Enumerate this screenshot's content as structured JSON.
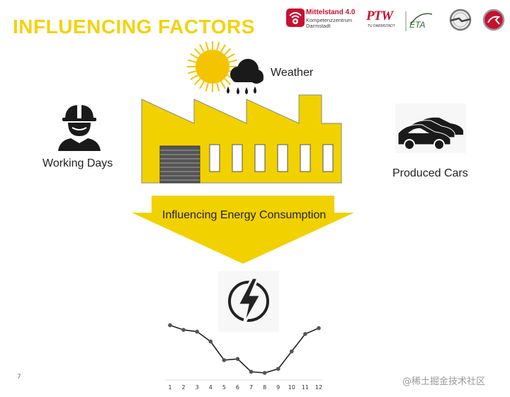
{
  "slide": {
    "title": "INFLUENCING FACTORS",
    "slide_number": "7",
    "watermark": "@稀土掘金技术社区"
  },
  "logos": {
    "mittelstand_title": "Mittelstand 4.0",
    "mittelstand_sub1": "Kompetenzzentrum",
    "mittelstand_sub2": "Darmstadt",
    "ptw": "PTW",
    "ptw_sub": "TU DARMSTADT",
    "eta": "ETA"
  },
  "labels": {
    "weather": "Weather",
    "working_days": "Working Days",
    "produced_cars": "Produced Cars",
    "arrow": "Influencing Energy Consumption"
  },
  "icons": {
    "sun": "sun-icon",
    "cloud": "rain-cloud-icon",
    "worker": "worker-icon",
    "factory": "factory-icon",
    "cars": "cars-icon",
    "energy": "lightning-bolt-icon"
  },
  "colors": {
    "title": "#f5d20c",
    "factory": "#f2d100",
    "arrow": "#f2d100",
    "sun": "#f5c400",
    "dark": "#1a1a1a",
    "mittel_red": "#c8102e",
    "line": "#222222",
    "point": "#555555"
  },
  "chart_data": {
    "type": "line",
    "categories": [
      "1",
      "2",
      "3",
      "4",
      "5",
      "6",
      "7",
      "8",
      "9",
      "10",
      "11",
      "12"
    ],
    "series": [
      {
        "values": [
          0.82,
          0.74,
          0.71,
          0.54,
          0.22,
          0.24,
          0.02,
          0.0,
          0.07,
          0.37,
          0.67,
          0.77
        ]
      }
    ],
    "ylim": [
      0,
      1
    ],
    "grid": false,
    "title": "",
    "xlabel": "",
    "ylabel": ""
  }
}
